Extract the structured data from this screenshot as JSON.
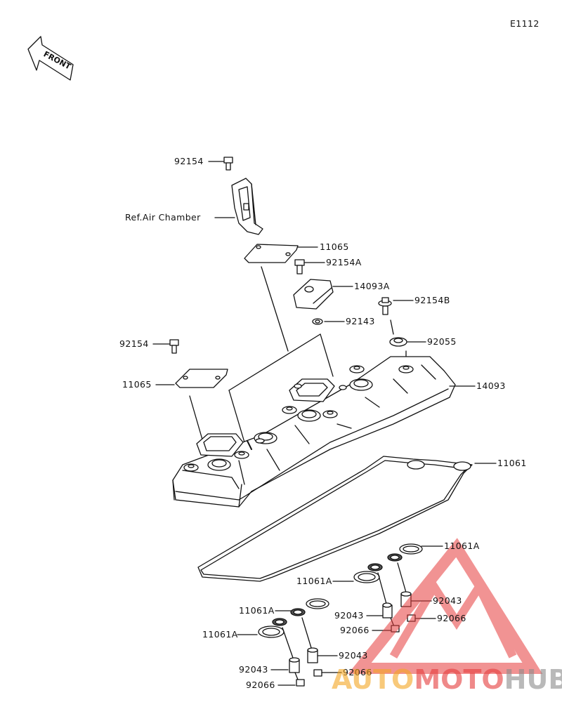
{
  "diagram_code": "E1112",
  "front_label": "FRONT",
  "labels": {
    "p92154_top": "92154",
    "ref_air": "Ref.Air Chamber",
    "p11065_top": "11065",
    "p92154A": "92154A",
    "p14093A": "14093A",
    "p92154B": "92154B",
    "p92143": "92143",
    "p92055": "92055",
    "p92154_left": "92154",
    "p11065_left": "11065",
    "p14093": "14093",
    "p11061": "11061",
    "p11061A_1": "11061A",
    "p11061A_2": "11061A",
    "p92043_1": "92043",
    "p92043_2": "92043",
    "p92066_1": "92066",
    "p92066_2": "92066",
    "p11061A_3": "11061A",
    "p11061A_4": "11061A",
    "p92043_3": "92043",
    "p92043_4": "92043",
    "p92066_3": "92066",
    "p92066_4": "92066"
  },
  "watermark": {
    "part1": "AUTO",
    "part2": "MOTO",
    "part3": "HUB",
    "color_red": "#e63c3c",
    "color_orange": "#f5a623",
    "color_gray": "#8c8c8c"
  }
}
